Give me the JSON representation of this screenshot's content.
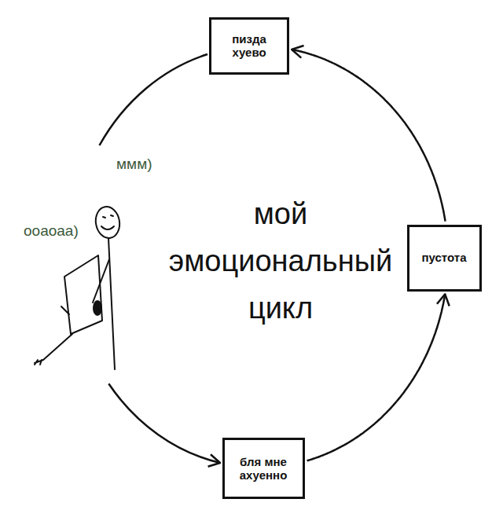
{
  "diagram": {
    "title": "мой эмоциональный цикл",
    "nodes": [
      {
        "text": [
          "пизда хуево"
        ]
      },
      {
        "text": [
          "пустота"
        ]
      },
      {
        "text": [
          "бля мне ахуенно"
        ]
      }
    ],
    "edges": [
      {
        "from": 2,
        "to": 1,
        "arrow": "to"
      },
      {
        "from": 1,
        "to": 0,
        "arrow": "to"
      }
    ],
    "labels": [
      "ммм)",
      "ооаоаа)"
    ]
  }
}
